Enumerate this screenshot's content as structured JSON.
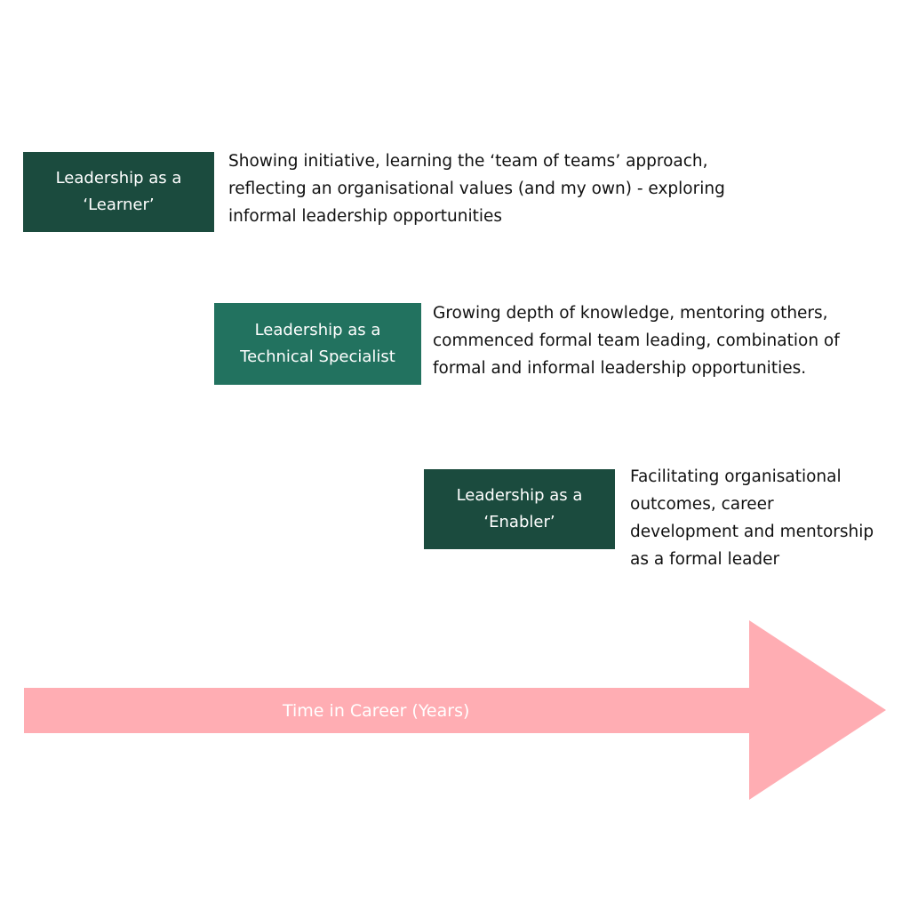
{
  "colors": {
    "stage_dark": "#1b4b3e",
    "stage_mid": "#22725f",
    "arrow": "#ffadb3",
    "text": "#111111"
  },
  "stages": [
    {
      "label_lines": [
        "Leadership as a",
        "‘Learner’"
      ],
      "description_lines": [
        "Showing initiative, learning the ‘team of teams’ approach,",
        "reflecting an organisational values (and my own) - exploring",
        "informal leadership opportunities"
      ]
    },
    {
      "label_lines": [
        "Leadership as a",
        "Technical Specialist"
      ],
      "description_lines": [
        "Growing depth of knowledge, mentoring others,",
        "commenced formal team leading, combination of",
        "formal and informal leadership opportunities."
      ]
    },
    {
      "label_lines": [
        "Leadership as a",
        "‘Enabler’"
      ],
      "description_lines": [
        "Facilitating organisational",
        "outcomes, career",
        "development and mentorship",
        "as a formal leader"
      ]
    }
  ],
  "timeline": {
    "label": "Time in Career (Years)"
  }
}
